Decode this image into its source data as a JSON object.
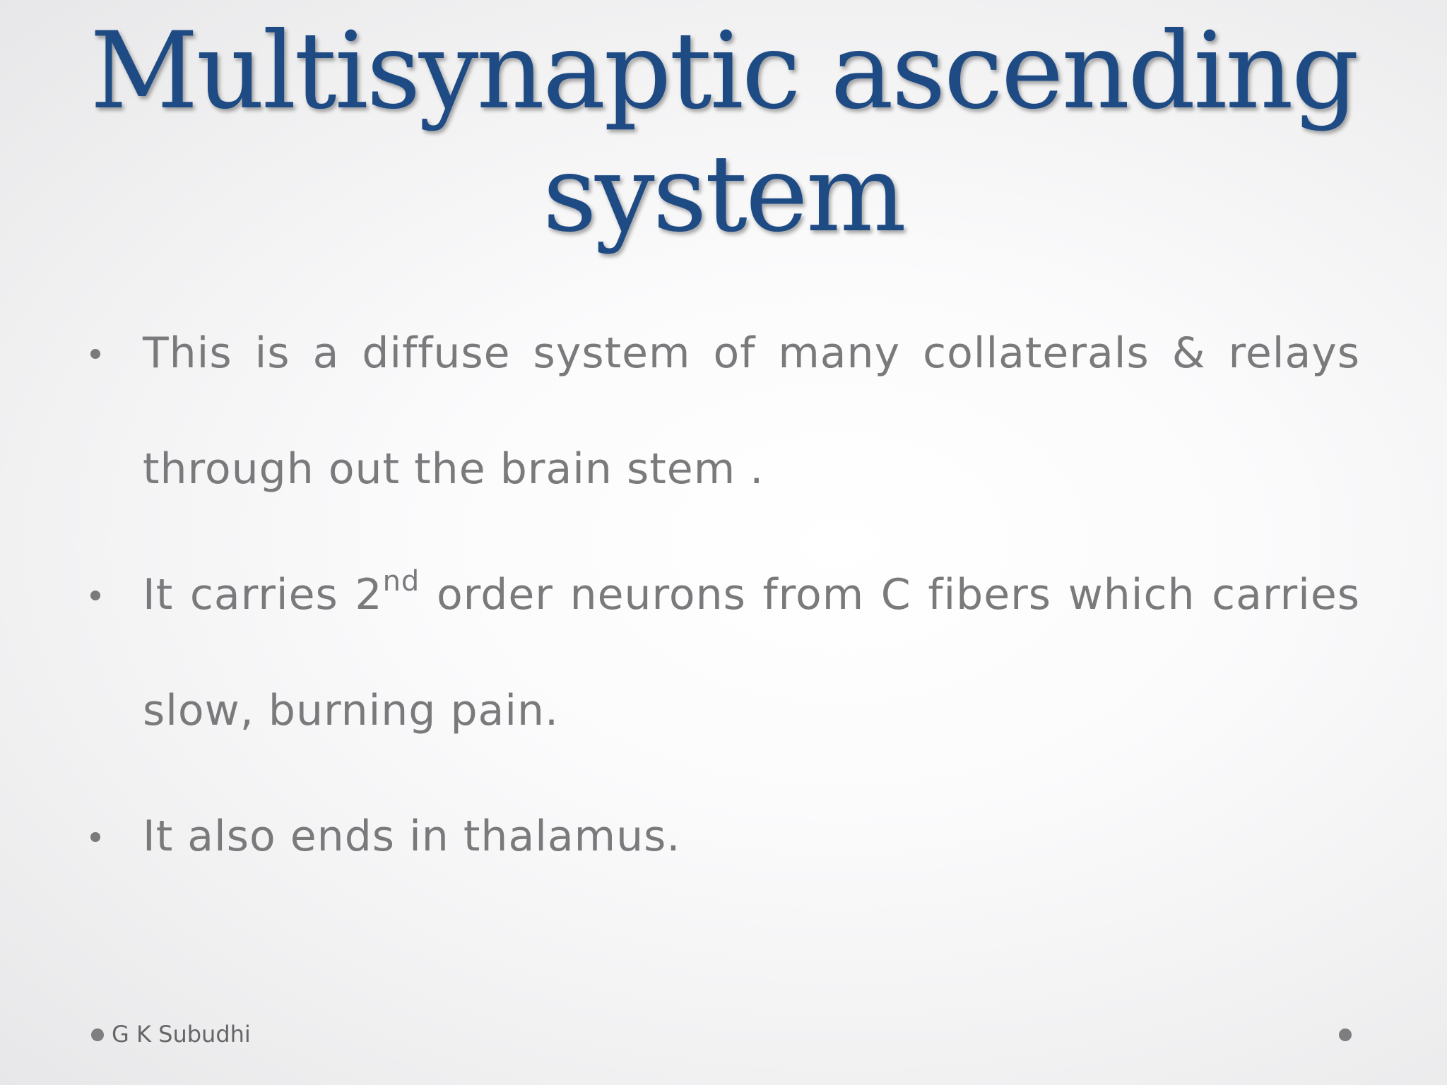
{
  "slide": {
    "title_line1": "Multisynaptic ascending",
    "title_line2": "system",
    "bullets": [
      {
        "text": "This is a diffuse system of many collaterals  & relays through out the brain stem ."
      },
      {
        "text_before": "It carries 2",
        "superscript": "nd",
        "text_after": " order neurons from C fibers which carries slow, burning pain."
      },
      {
        "text": "It also ends in thalamus."
      }
    ],
    "footer_author": "G K Subudhi"
  },
  "colors": {
    "title": "#1f4b85",
    "body_text": "#7a7a7c",
    "footer_text": "#666668"
  }
}
